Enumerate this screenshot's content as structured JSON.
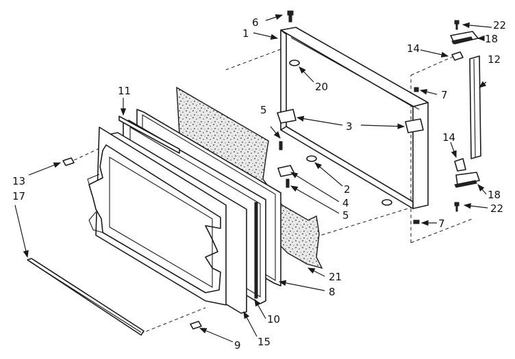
{
  "callouts": {
    "c1": "1",
    "c2": "2",
    "c3": "3",
    "c4": "4",
    "c5a": "5",
    "c5b": "5",
    "c6": "6",
    "c7a": "7",
    "c7b": "7",
    "c8": "8",
    "c9": "9",
    "c10": "10",
    "c11": "11",
    "c12": "12",
    "c13": "13",
    "c14a": "14",
    "c14b": "14",
    "c15": "15",
    "c17": "17",
    "c18a": "18",
    "c18b": "18",
    "c20": "20",
    "c21": "21",
    "c22a": "22",
    "c22b": "22"
  }
}
